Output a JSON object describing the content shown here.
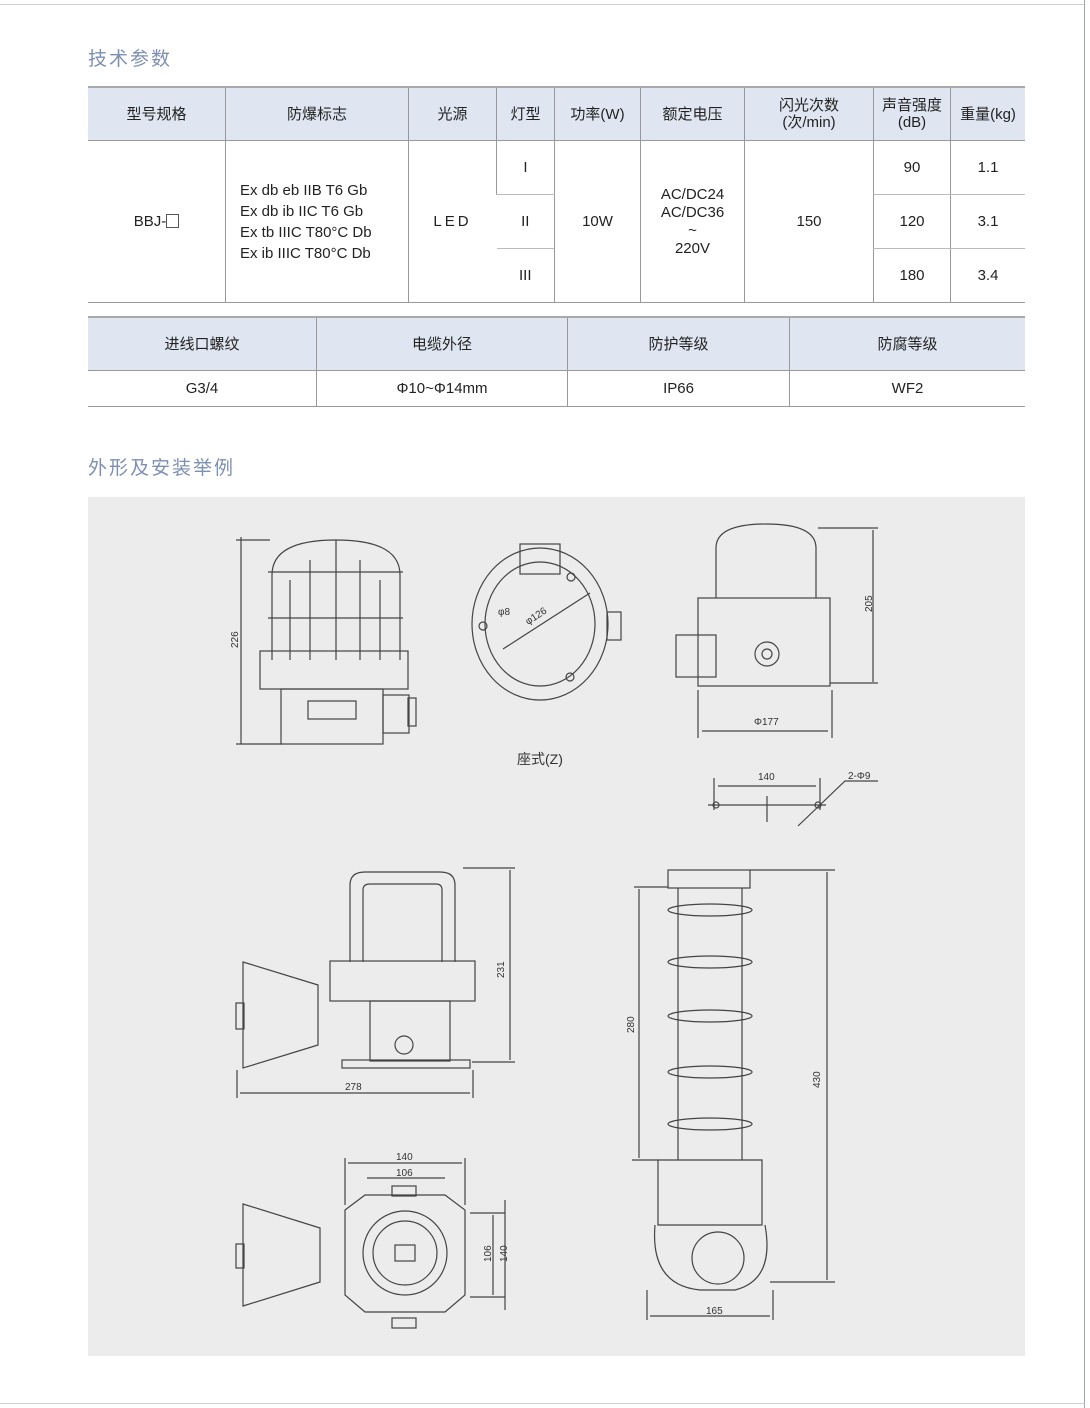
{
  "section1_title": "技术参数",
  "section2_title": "外形及安装举例",
  "spec_table": {
    "headers": [
      "型号规格",
      "防爆标志",
      "光源",
      "灯型",
      "功率(W)",
      "额定电压",
      "闪光次数(次/min)",
      "声音强度(dB)",
      "重量(kg)"
    ],
    "header_lines": {
      "flash": [
        "闪光次数",
        "(次/min)"
      ],
      "sound": [
        "声音强度",
        "(dB)"
      ]
    },
    "model": "BBJ-",
    "ex_marks": [
      "Ex db eb IIB T6 Gb",
      "Ex db ib IIC T6 Gb",
      "Ex tb IIIC T80°C Db",
      "Ex ib IIIC T80°C Db"
    ],
    "light_source": "LED",
    "power": "10W",
    "voltage": [
      "AC/DC24",
      "AC/DC36",
      "~",
      "220V"
    ],
    "flash_rate": "150",
    "rows": [
      {
        "type": "I",
        "sound": "90",
        "weight": "1.1"
      },
      {
        "type": "II",
        "sound": "120",
        "weight": "3.1"
      },
      {
        "type": "III",
        "sound": "180",
        "weight": "3.4"
      }
    ]
  },
  "spec_table2": {
    "headers": [
      "进线口螺纹",
      "电缆外径",
      "防护等级",
      "防腐等级"
    ],
    "values": [
      "G3/4",
      "Φ10~Φ14mm",
      "IP66",
      "WF2"
    ]
  },
  "drawings": {
    "caption": "座式(Z)",
    "dims": {
      "h226": "226",
      "d8": "φ8",
      "d126": "φ126",
      "h205": "205",
      "d177": "Φ177",
      "w140a": "140",
      "holes": "2-Φ9",
      "h231": "231",
      "w278": "278",
      "w140b": "140",
      "w106": "106",
      "v106": "106",
      "v140": "140",
      "h280": "280",
      "h430": "430",
      "w165": "165"
    }
  }
}
